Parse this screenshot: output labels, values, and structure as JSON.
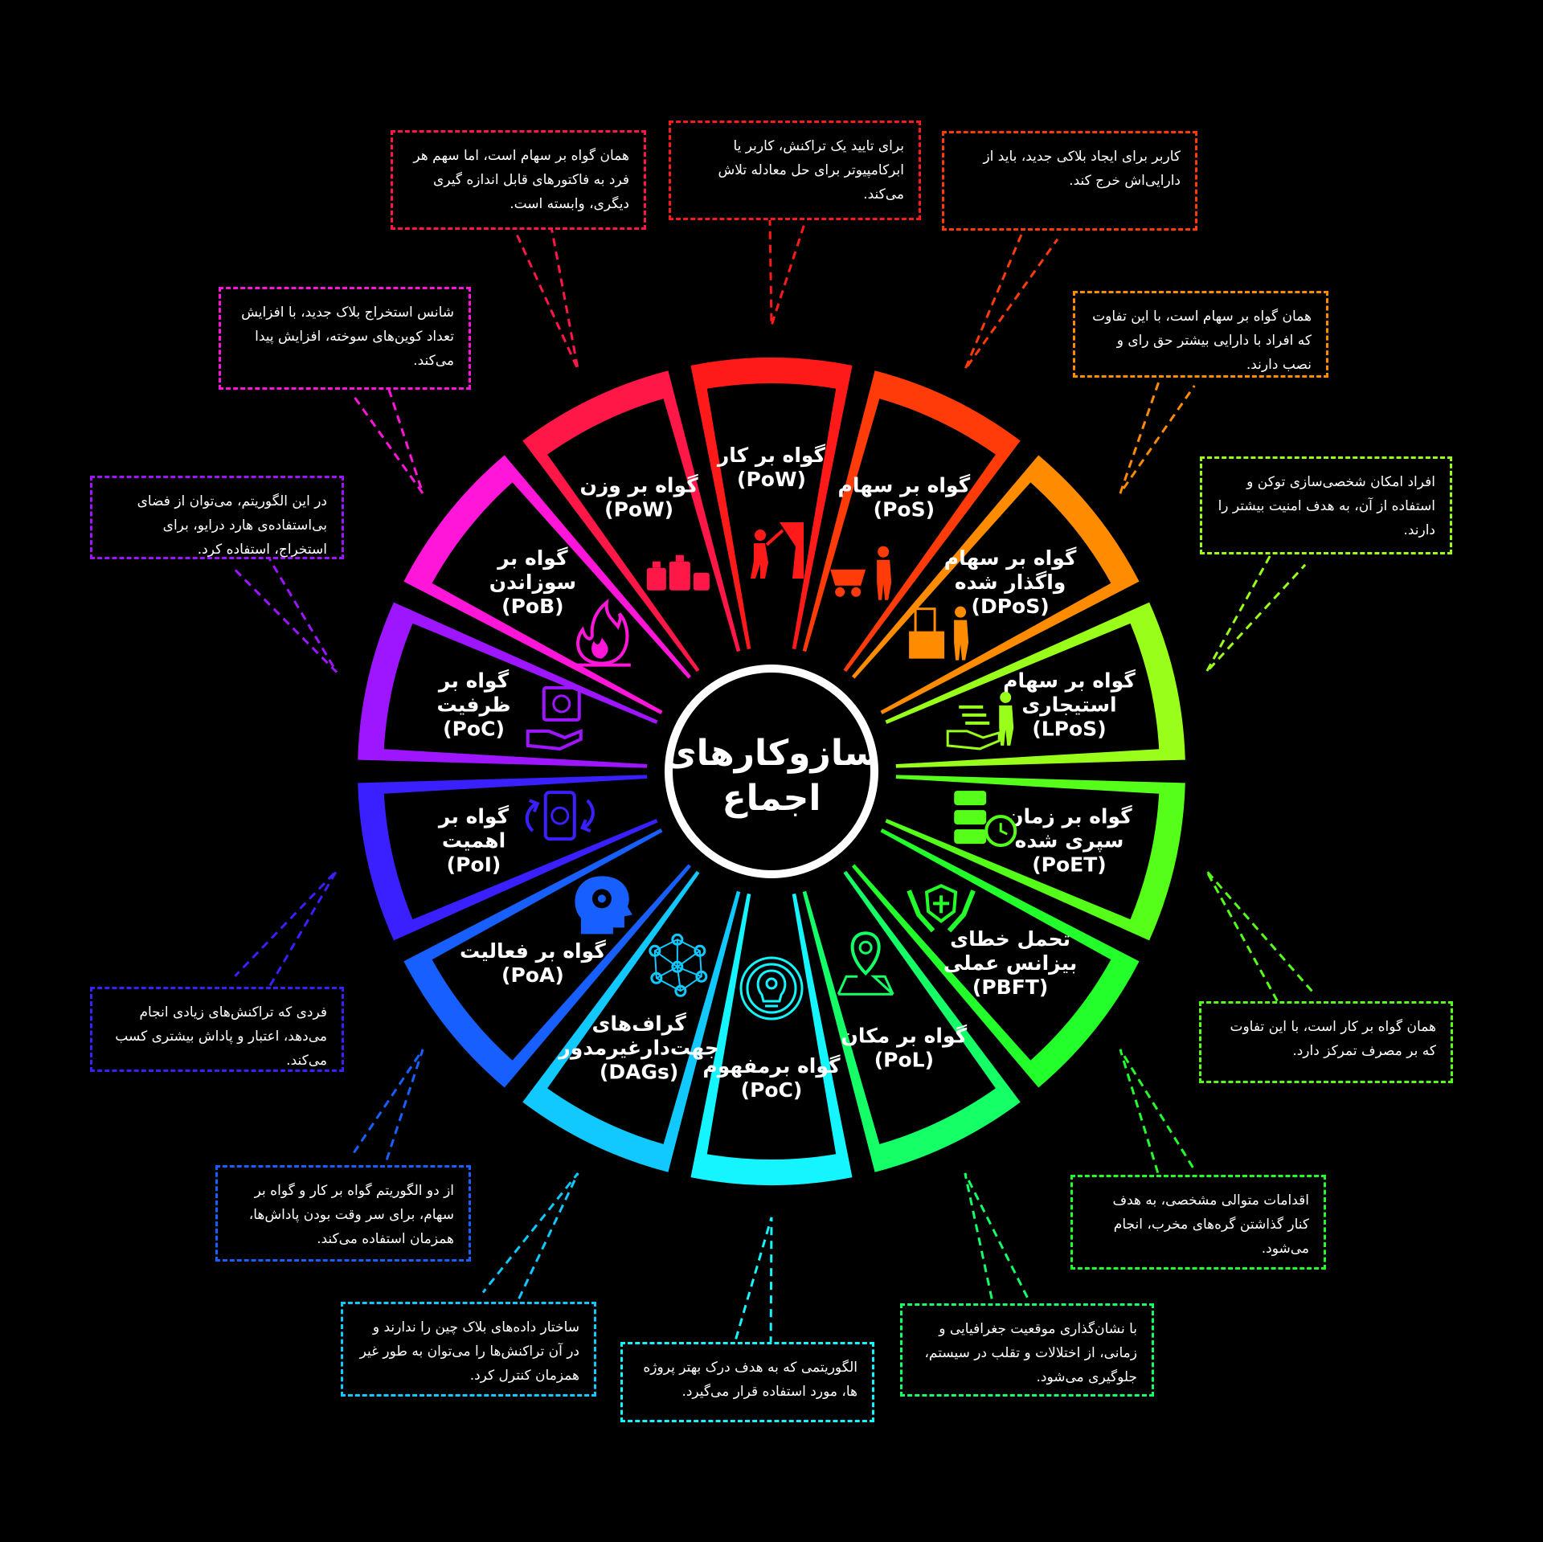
{
  "center_title": [
    "سازوکارهای",
    "اجماع"
  ],
  "segments": [
    {
      "lines": [
        "گواه بر کار",
        "(PoW)"
      ],
      "color": "#ff1a1a",
      "icon": "miner-icon"
    },
    {
      "lines": [
        "گواه بر سهام",
        "(PoS)"
      ],
      "color": "#ff3b0a",
      "icon": "mine-cart-icon"
    },
    {
      "lines": [
        "گواه بر سهام",
        "واگذار شده",
        "(DPoS)"
      ],
      "color": "#ff8c00",
      "icon": "ballot-box-icon"
    },
    {
      "lines": [
        "گواه بر سهام",
        "استیجاری",
        "(LPoS)"
      ],
      "color": "#99ff1a",
      "icon": "hand-coins-icon"
    },
    {
      "lines": [
        "گواه بر زمان",
        "سپری شده",
        "(PoET)"
      ],
      "color": "#55ff1a",
      "icon": "server-clock-icon"
    },
    {
      "lines": [
        "تحمل خطای",
        "بیزانس عملی",
        "(PBFT)"
      ],
      "color": "#22ff2a",
      "icon": "shield-hands-icon"
    },
    {
      "lines": [
        "گواه بر مکان",
        "(PoL)"
      ],
      "color": "#15ff66",
      "icon": "map-pin-icon"
    },
    {
      "lines": [
        "گواه برمفهوم",
        "(PoC)"
      ],
      "color": "#14f5ff",
      "icon": "lightbulb-gear-icon"
    },
    {
      "lines": [
        "گراف‌های",
        "جهت‌دارغیرمدور",
        "(DAGs)"
      ],
      "color": "#11c9ff",
      "icon": "network-graph-icon"
    },
    {
      "lines": [
        "گواه بر فعالیت",
        "(PoA)"
      ],
      "color": "#1760ff",
      "icon": "head-gear-icon"
    },
    {
      "lines": [
        "گواه بر",
        "اهمیت",
        "(PoI)"
      ],
      "color": "#3a1fff",
      "icon": "money-exchange-icon"
    },
    {
      "lines": [
        "گواه بر",
        "ظرفیت",
        "(PoC)"
      ],
      "color": "#9d16ff",
      "icon": "safe-hand-icon"
    },
    {
      "lines": [
        "گواه بر",
        "سوزاندن",
        "(PoB)"
      ],
      "color": "#ff16d8",
      "icon": "fire-icon"
    },
    {
      "lines": [
        "گواه بر وزن",
        "(PoW)"
      ],
      "color": "#ff1748",
      "icon": "weights-icon"
    }
  ],
  "callouts": [
    {
      "text": "برای تایید یک تراکنش، کاربر یا ابرکامپیوتر برای حل معادله تلاش می‌کند.",
      "color": "#ff1a1a"
    },
    {
      "text": "کاربر برای ایجاد بلاکی جدید، باید از دارایی‌اش خرج کند.",
      "color": "#ff3b0a"
    },
    {
      "text": "همان گواه بر سهام است، با این تفاوت که افراد با دارایی بیشتر حق رای و نصب دارند.",
      "color": "#ff8c00"
    },
    {
      "text": "افراد امکان شخصی‌سازی توکن و استفاده از آن، به هدف امنیت بیشتر را دارند.",
      "color": "#99ff1a"
    },
    {
      "text": "همان گواه بر کار است، با این تفاوت که بر مصرف تمرکز دارد.",
      "color": "#55ff1a"
    },
    {
      "text": "اقدامات متوالی مشخصی، به هدف کنار گذاشتن گره‌های مخرب، انجام می‌شود.",
      "color": "#22ff2a"
    },
    {
      "text": "با نشان‌گذاری موقعیت جغرافیایی و زمانی، از اختلالات و تقلب در سیستم، جلوگیری می‌شود.",
      "color": "#15ff66"
    },
    {
      "text": "الگوریتمی که به هدف درک بهتر پروژه ها، مورد استفاده قرار می‌گیرد.",
      "color": "#14f5ff"
    },
    {
      "text": "ساختار داده‌های بلاک چین را ندارند و در آن تراکنش‌ها را می‌توان به طور غیر همزمان کنترل کرد.",
      "color": "#11c9ff"
    },
    {
      "text": "از دو الگوریتم گواه بر کار و گواه بر سهام، برای سر وقت بودن پاداش‌ها، همزمان استفاده می‌کند.",
      "color": "#1760ff"
    },
    {
      "text": "فردی که تراکنش‌های زیادی انجام می‌دهد، اعتبار و پاداش بیشتری کسب می‌کند.",
      "color": "#3a1fff"
    },
    {
      "text": "در این الگوریتم، می‌توان از فضای بی‌استفاده‌ی هارد درایو، برای استخراج، استفاده کرد.",
      "color": "#9d16ff"
    },
    {
      "text": "شانس استخراج بلاک جدید، با افزایش تعداد کوین‌های سوخته، افزایش پیدا می‌کند.",
      "color": "#ff16d8"
    },
    {
      "text": "همان گواه بر سهام است، اما سهم هر فرد به فاکتورهای قابل اندازه گیری دیگری، وابسته است.",
      "color": "#ff1748"
    }
  ]
}
